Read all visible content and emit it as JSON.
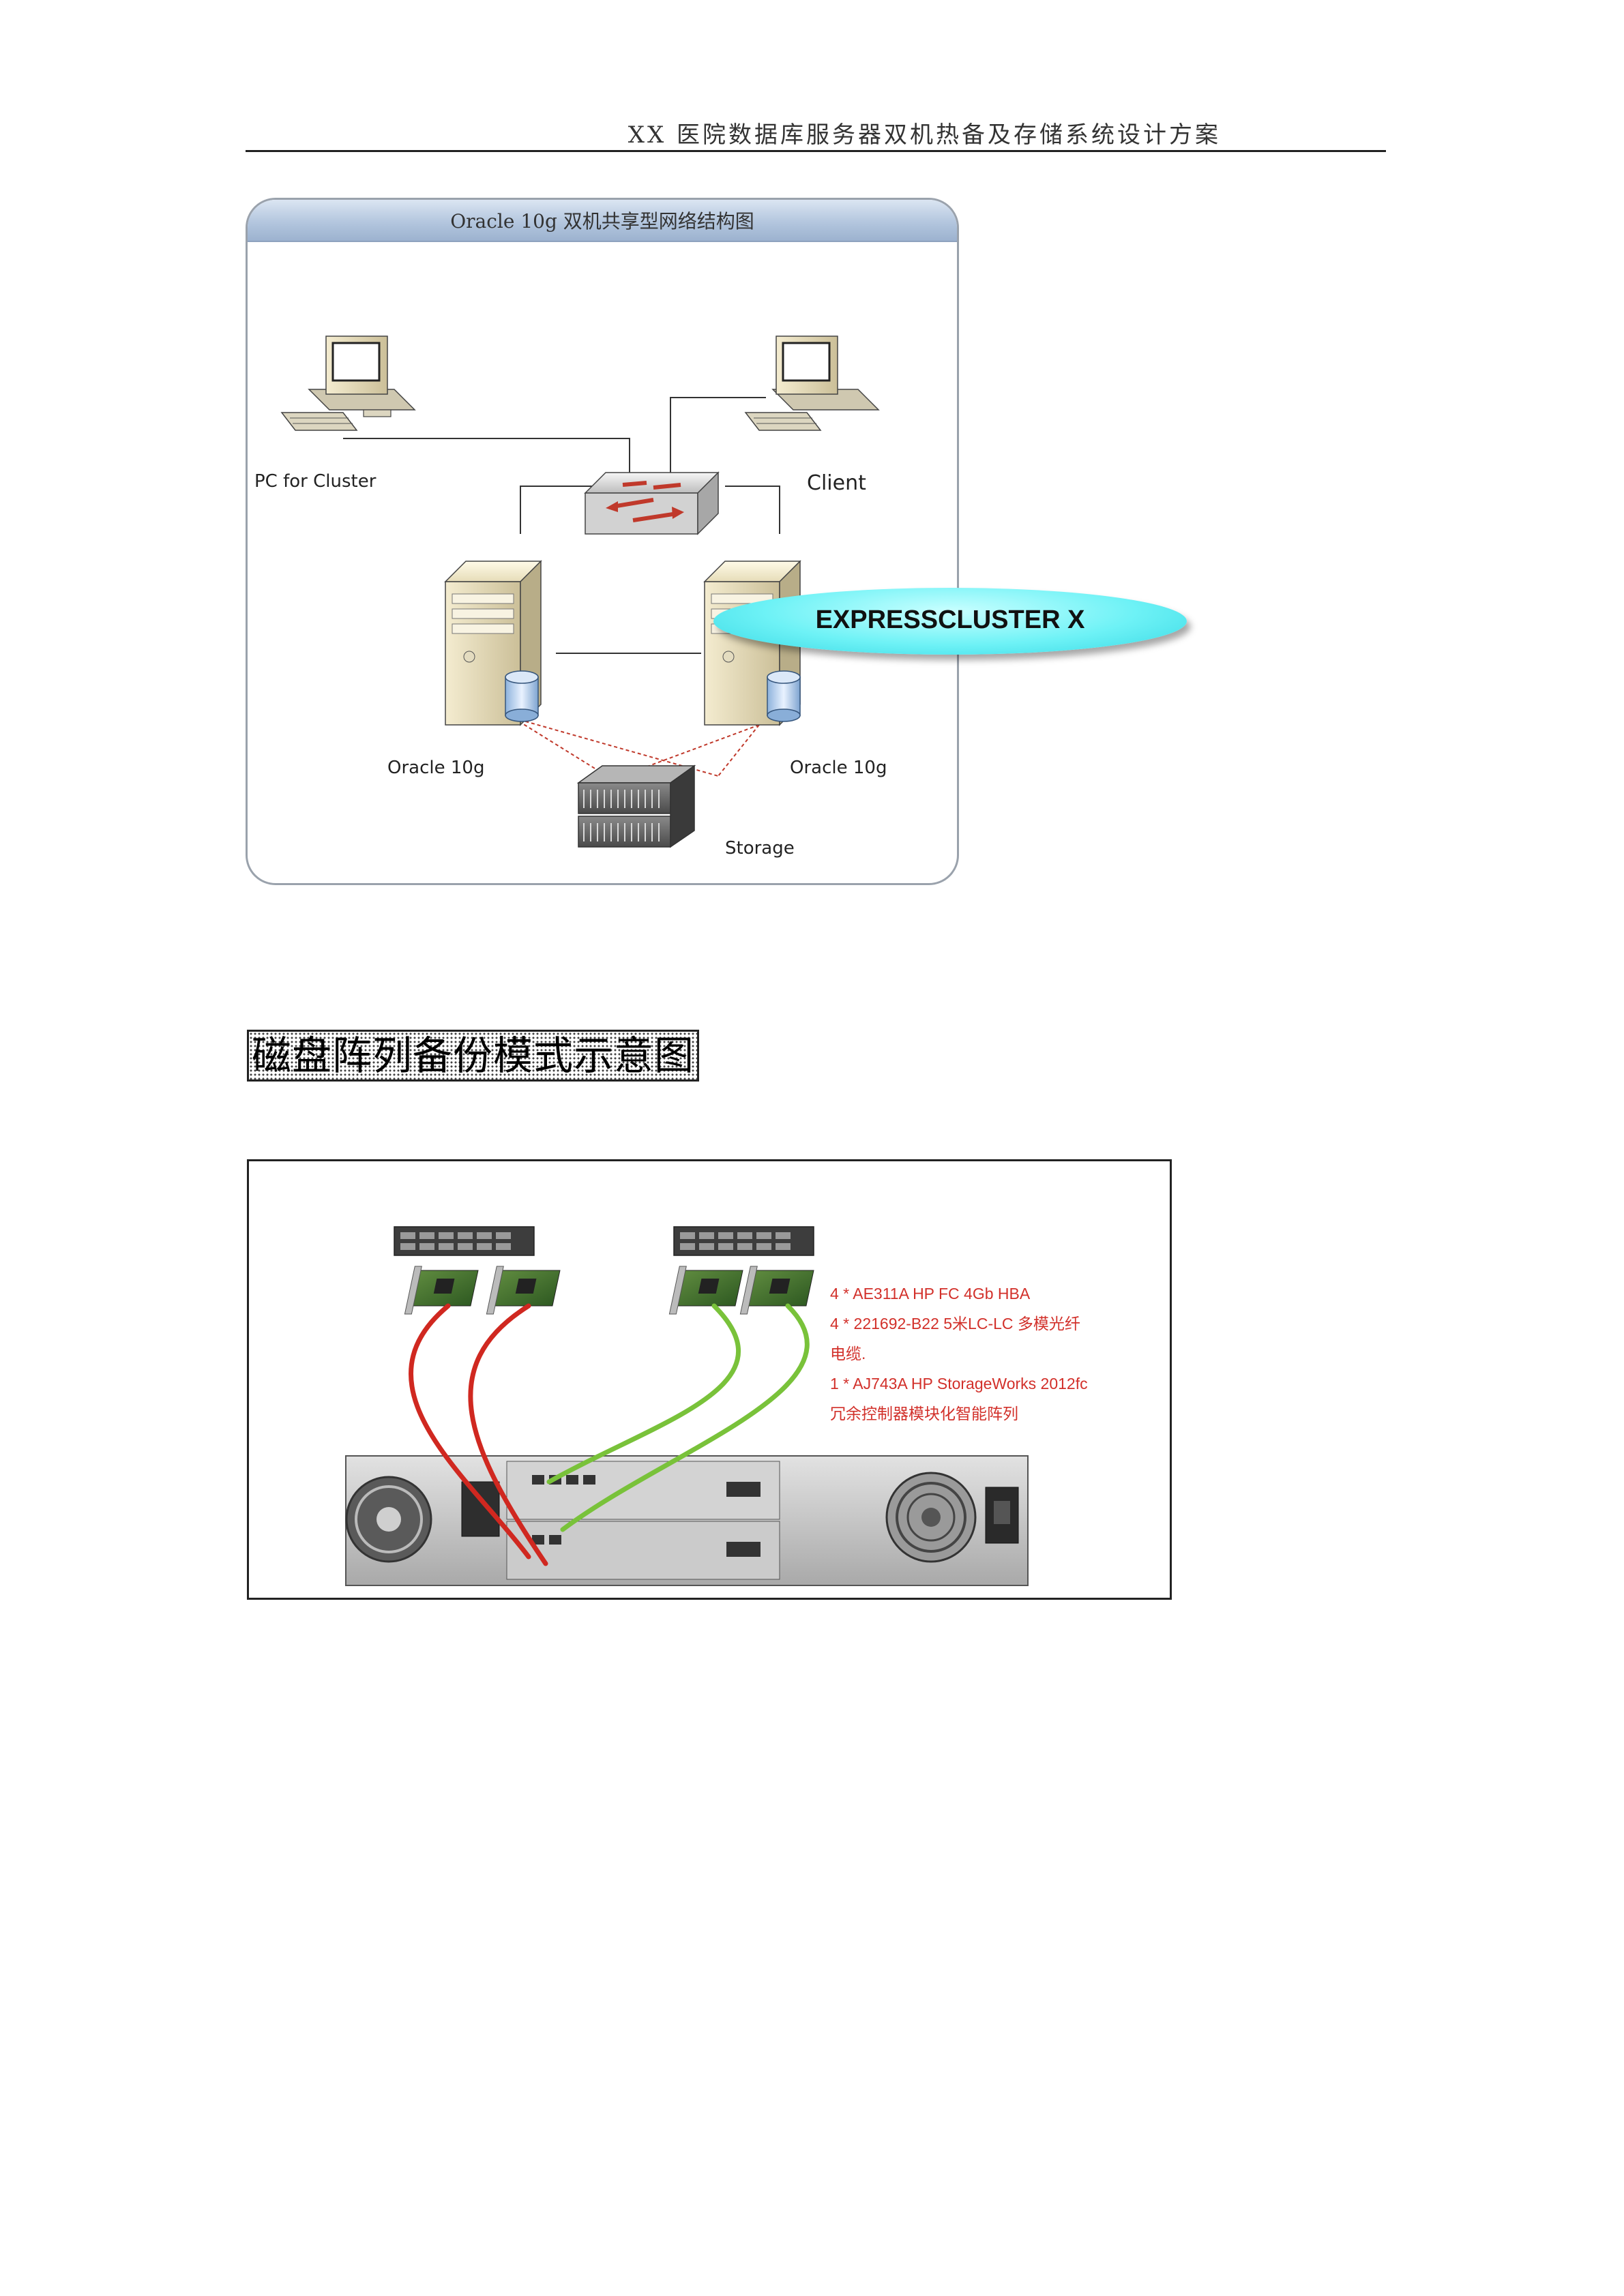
{
  "header": {
    "title": "XX 医院数据库服务器双机热备及存储系统设计方案"
  },
  "network_diagram": {
    "title": "Oracle 10g 双机共享型网络结构图",
    "nodes": {
      "pc_for_cluster": "PC for Cluster",
      "client": "Client",
      "server_left": "Oracle 10g",
      "server_right": "Oracle 10g",
      "storage": "Storage"
    },
    "cluster_software": "EXPRESSCLUSTER X"
  },
  "section": {
    "heading": "磁盘阵列备份模式示意图"
  },
  "disk_array_figure": {
    "specs": [
      "4 * AE311A    HP FC 4Gb HBA",
      "4 * 221692-B22    5米LC-LC 多模光纤",
      "电缆.",
      "1 * AJ743A    HP StorageWorks 2012fc",
      "冗余控制器模块化智能阵列"
    ]
  },
  "colors": {
    "fc_cable_red": "#d02820",
    "fc_cable_green": "#79c23a",
    "cluster_badge": "#55e6ee"
  }
}
